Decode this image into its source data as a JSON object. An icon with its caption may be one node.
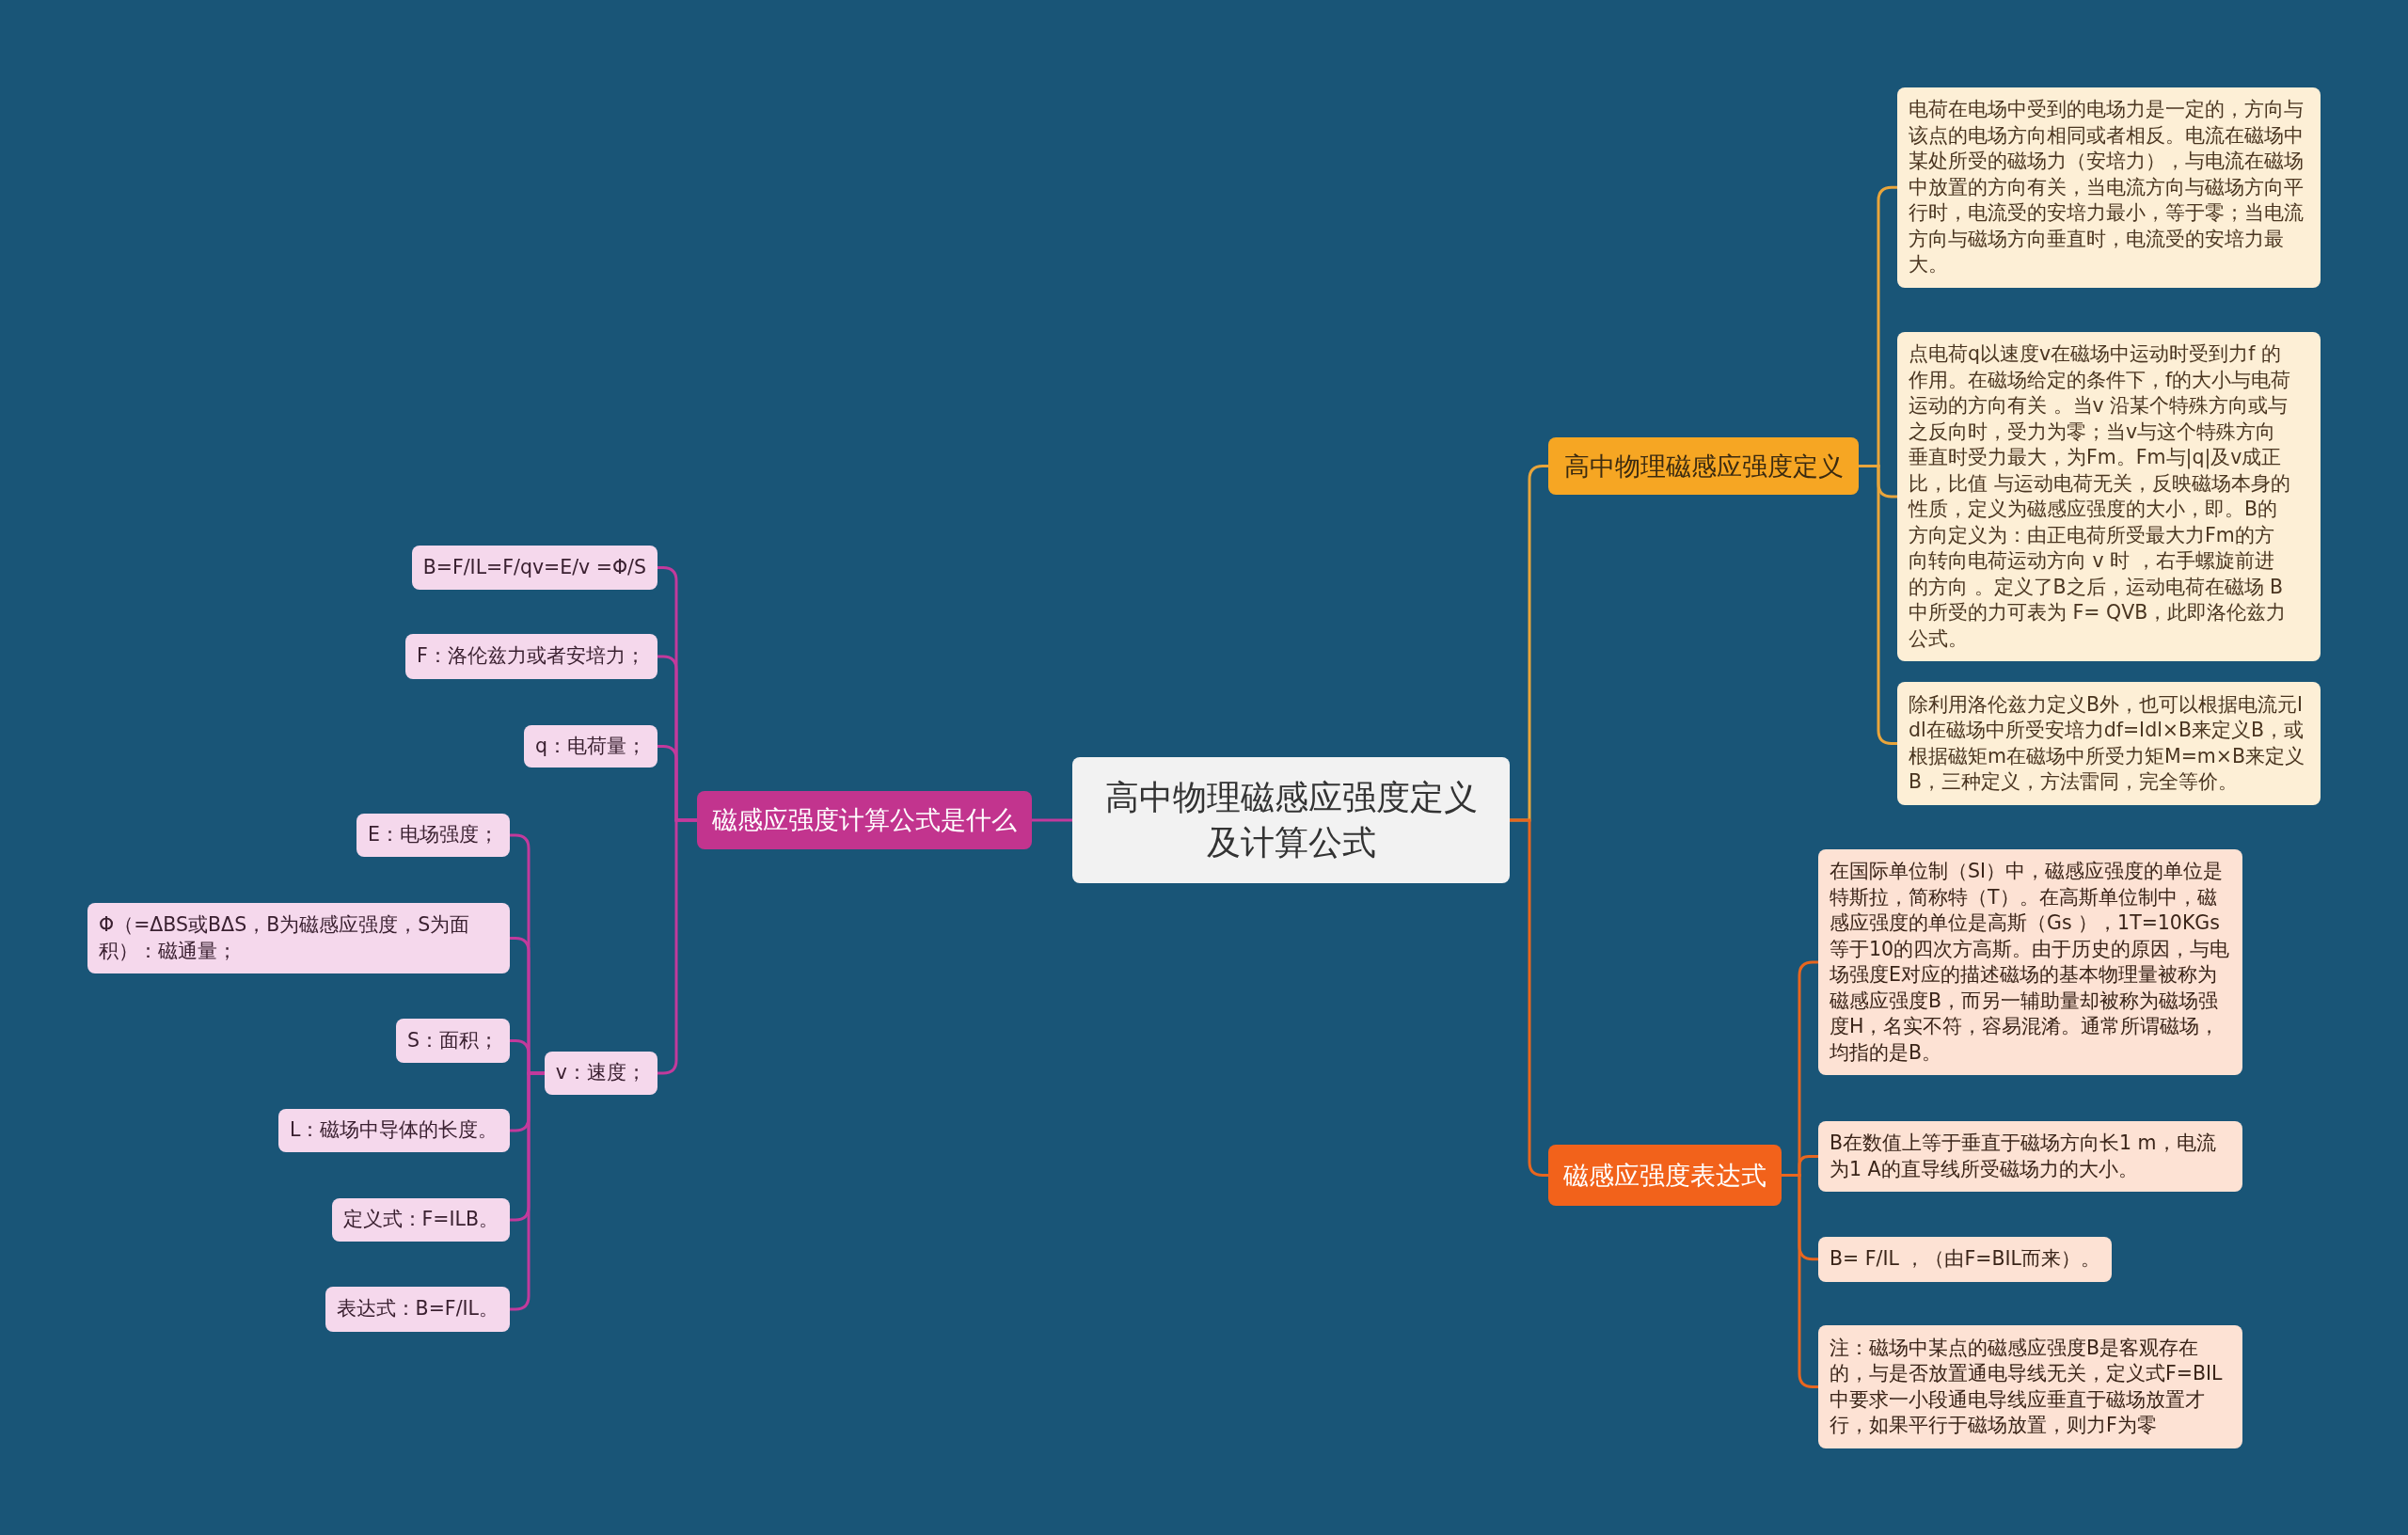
{
  "diagram": {
    "nodes": [
      {
        "text": [
          "高中物理磁感应强度定义及计算公式"
        ]
      },
      {
        "text": [
          "高中物理磁感应强度定义"
        ]
      },
      {
        "text": [
          "电荷在电场中受到的电场力是一定的，方向与该点的电场方向相同或者相反。电流在磁场中某处所受的磁场力（安培力），与电流在磁场中放置的方向有关，当电流方向与磁场方向平行时，电流受的安培力最小，等于零；当电流方向与磁场方向垂直时，电流受的安培力最大。"
        ]
      },
      {
        "text": [
          "点电荷q以速度v在磁场中运动时受到力f 的作用。在磁场给定的条件下，f的大小与电荷运动的方向有关 。当v 沿某个特殊方向或与之反向时，受力为零；当v与这个特殊方向垂直时受力最大，为Fm。Fm与|q|及v成正比，比值 与运动电荷无关，反映磁场本身的性质，定义为磁感应强度的大小，即。B的方向定义为：由正电荷所受最大力Fm的方向转向电荷运动方向 v 时 ，右手螺旋前进的方向 。定义了B之后，运动电荷在磁场 B 中所受的力可表为 F= QVB，此即洛伦兹力公式。"
        ]
      },
      {
        "text": [
          "除利用洛伦兹力定义B外，也可以根据电流元Idl在磁场中所受安培力df=Idl×B来定义B，或根据磁矩m在磁场中所受力矩M=m×B来定义B，三种定义，方法雷同，完全等价。"
        ]
      },
      {
        "text": [
          "磁感应强度表达式"
        ]
      },
      {
        "text": [
          "在国际单位制（SI）中，磁感应强度的单位是特斯拉，简称特（T）。在高斯单位制中，磁感应强度的单位是高斯（Gs ），1T=10KGs等于10的四次方高斯。由于历史的原因，与电场强度E对应的描述磁场的基本物理量被称为磁感应强度B，而另一辅助量却被称为磁场强度H，名实不符，容易混淆。通常所谓磁场，均指的是B。"
        ]
      },
      {
        "text": [
          "B在数值上等于垂直于磁场方向长1 m，电流为1 A的直导线所受磁场力的大小。"
        ]
      },
      {
        "text": [
          "B= F/IL ，（由F=BIL而来）。"
        ]
      },
      {
        "text": [
          "注：磁场中某点的磁感应强度B是客观存在的，与是否放置通电导线无关，定义式F=BIL中要求一小段通电导线应垂直于磁场放置才行，如果平行于磁场放置，则力F为零"
        ]
      },
      {
        "text": [
          "磁感应强度计算公式是什么"
        ]
      },
      {
        "text": [
          "B=F/IL=F/qv=E/v =Φ/S"
        ]
      },
      {
        "text": [
          "F：洛伦兹力或者安培力；"
        ]
      },
      {
        "text": [
          "q：电荷量；"
        ]
      },
      {
        "text": [
          "v：速度；"
        ]
      },
      {
        "text": [
          "E：电场强度；"
        ]
      },
      {
        "text": [
          "Φ（=ΔBS或BΔS，B为磁感应强度，S为面积）：磁通量；"
        ]
      },
      {
        "text": [
          "S：面积；"
        ]
      },
      {
        "text": [
          "L：磁场中导体的长度。"
        ]
      },
      {
        "text": [
          "定义式：F=ILB。"
        ]
      },
      {
        "text": [
          "表达式：B=F/IL。"
        ]
      }
    ],
    "edges": [
      {
        "from": 0,
        "to": 1,
        "arrow": "none",
        "color": "#e9a53b"
      },
      {
        "from": 1,
        "to": 2,
        "arrow": "none",
        "color": "#e9a53b"
      },
      {
        "from": 1,
        "to": 3,
        "arrow": "none",
        "color": "#e9a53b"
      },
      {
        "from": 1,
        "to": 4,
        "arrow": "none",
        "color": "#e9a53b"
      },
      {
        "from": 0,
        "to": 5,
        "arrow": "none",
        "color": "#e8661f"
      },
      {
        "from": 5,
        "to": 6,
        "arrow": "none",
        "color": "#e8661f"
      },
      {
        "from": 5,
        "to": 7,
        "arrow": "none",
        "color": "#e8661f"
      },
      {
        "from": 5,
        "to": 8,
        "arrow": "none",
        "color": "#e8661f"
      },
      {
        "from": 5,
        "to": 9,
        "arrow": "none",
        "color": "#e8661f"
      },
      {
        "from": 0,
        "to": 10,
        "arrow": "none"
      },
      {
        "from": 10,
        "to": 11,
        "arrow": "none"
      },
      {
        "from": 10,
        "to": 12,
        "arrow": "none"
      },
      {
        "from": 10,
        "to": 13,
        "arrow": "none"
      },
      {
        "from": 10,
        "to": 14,
        "arrow": "none"
      },
      {
        "from": 14,
        "to": 15,
        "arrow": "none"
      },
      {
        "from": 14,
        "to": 16,
        "arrow": "none"
      },
      {
        "from": 14,
        "to": 17,
        "arrow": "none"
      },
      {
        "from": 14,
        "to": 18,
        "arrow": "none"
      },
      {
        "from": 14,
        "to": 19,
        "arrow": "none"
      },
      {
        "from": 14,
        "to": 20,
        "arrow": "none"
      }
    ]
  }
}
